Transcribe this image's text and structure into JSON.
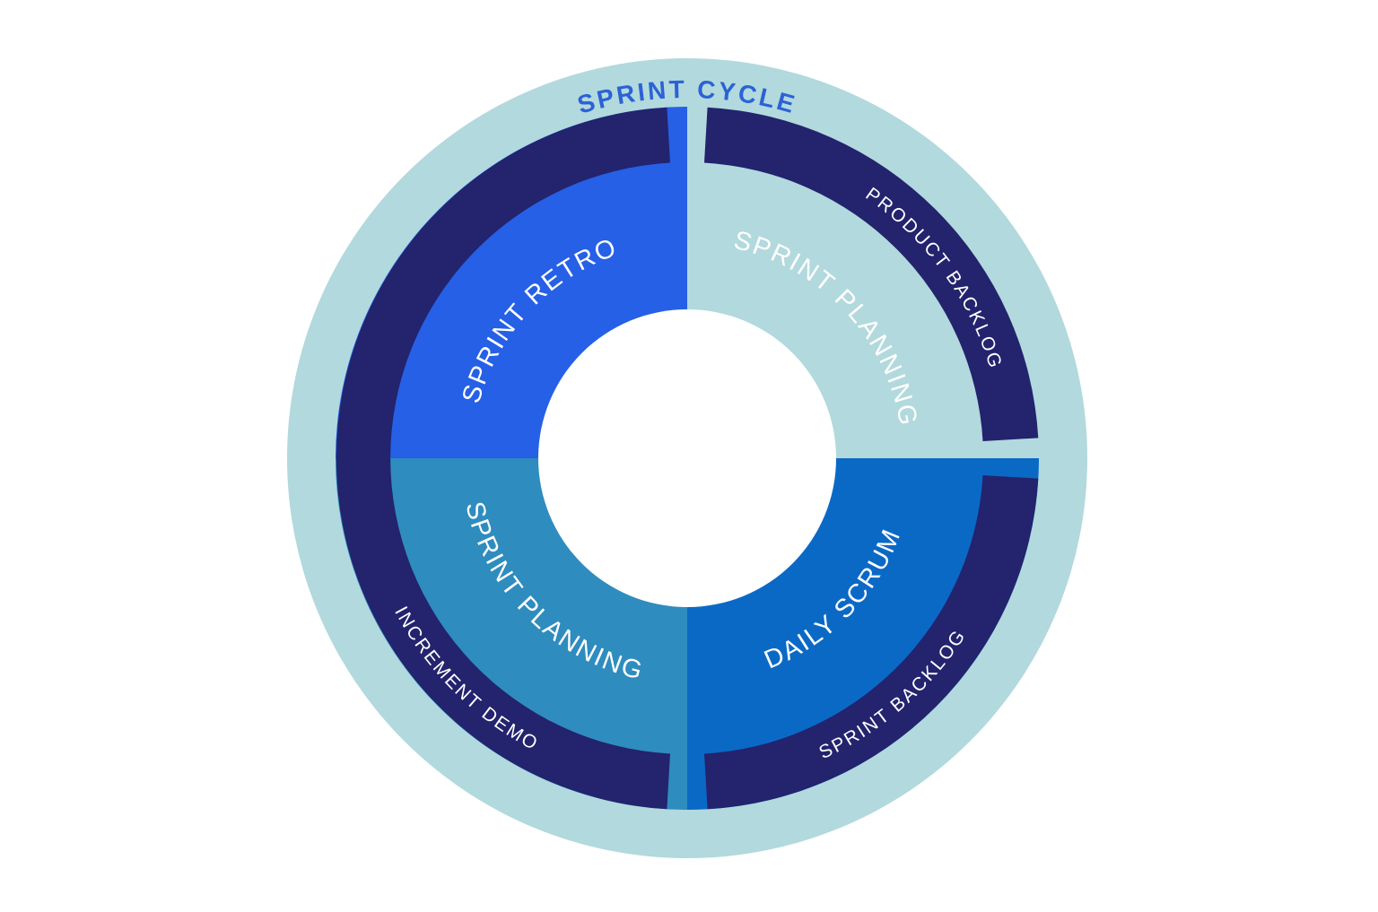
{
  "title": {
    "text": "SPRINT CYCLE",
    "color": "#2c62d6"
  },
  "labels_color": "#ffffff",
  "wheel": {
    "outer_ring_color": "#b2d9dd",
    "divider_ring_color": "#23236e",
    "center_color": "#ffffff"
  },
  "quadrants": [
    {
      "position": "top-right",
      "label": "SPRINT PLANNING",
      "ring_label": "PRODUCT BACKLOG",
      "color": "#b2d9dd"
    },
    {
      "position": "bottom-right",
      "label": "DAILY SCRUM",
      "ring_label": "SPRINT BACKLOG",
      "color": "#0b69c6"
    },
    {
      "position": "bottom-left",
      "label": "SPRINT PLANNING",
      "ring_label": "INCREMENT DEMO",
      "color": "#2f8cbe"
    },
    {
      "position": "top-left",
      "label": "SPRINT RETRO",
      "color": "#2560e6"
    }
  ]
}
